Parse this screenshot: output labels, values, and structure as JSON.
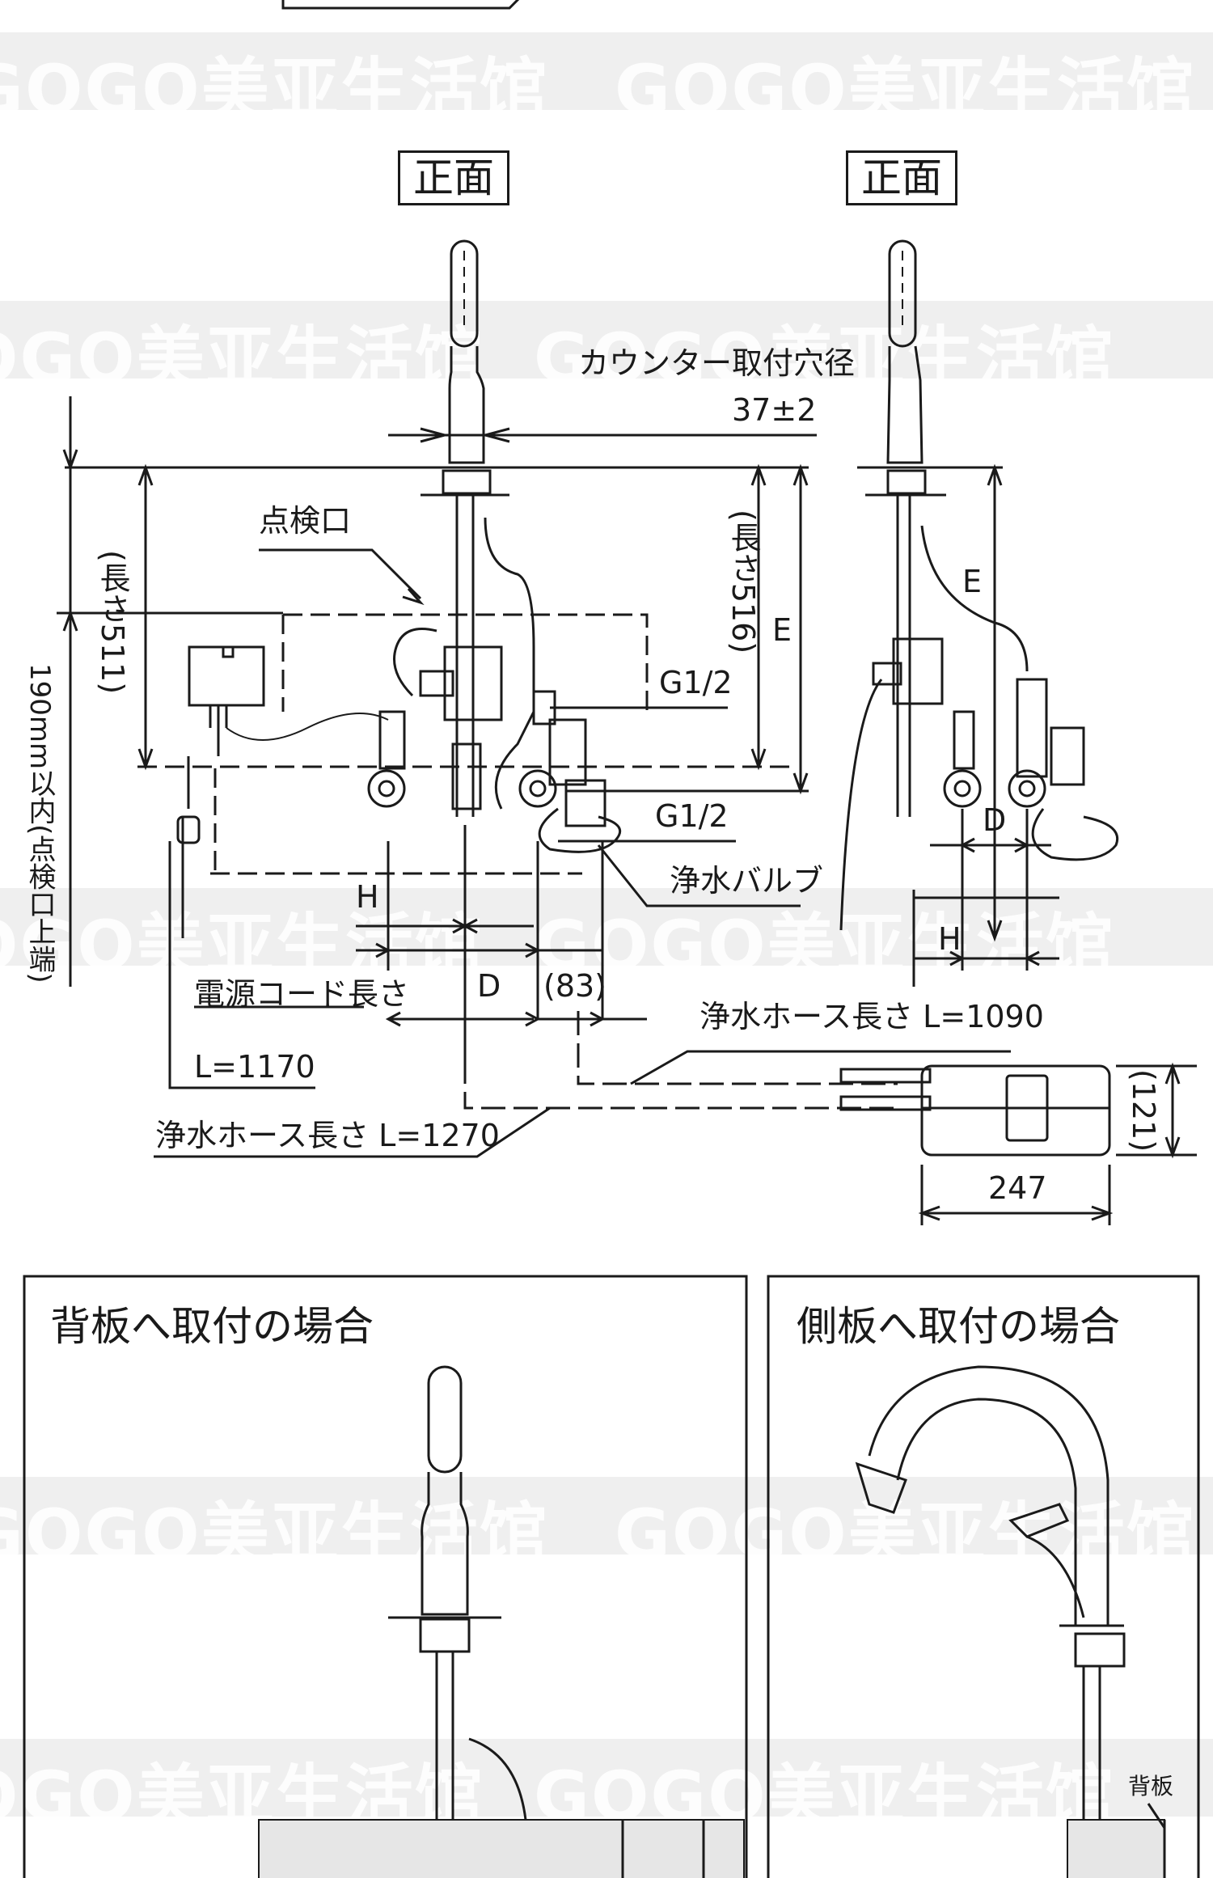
{
  "watermark": {
    "text": "GOGO美亚生活馆"
  },
  "views": {
    "front_label_1": "正面",
    "front_label_2": "正面"
  },
  "labels": {
    "counter_hole": "カウンター取付穴径",
    "counter_hole_dim": "37±2",
    "inspection_port": "点検口",
    "length_511": "(長さ511)",
    "length_516": "(長さ516)",
    "dim_e_1": "E",
    "dim_e_2": "E",
    "thread_1": "G1/2",
    "thread_2": "G1/2",
    "filter_valve": "浄水バルブ",
    "within_190": "190mm以内(点検口上端)",
    "dim_h_1": "H",
    "dim_h_2": "H",
    "dim_d_1": "D",
    "dim_d_2": "D",
    "dim_83": "(83)",
    "power_cord": "電源コード長さ",
    "power_cord_len": "L=1170",
    "hose_1090": "浄水ホース長さ L=1090",
    "hose_1270": "浄水ホース長さ L=1270",
    "dim_121": "(121)",
    "dim_247": "247"
  },
  "panels": {
    "back_title": "背板へ取付の場合",
    "side_title": "側板へ取付の場合",
    "back_board": "背板"
  }
}
